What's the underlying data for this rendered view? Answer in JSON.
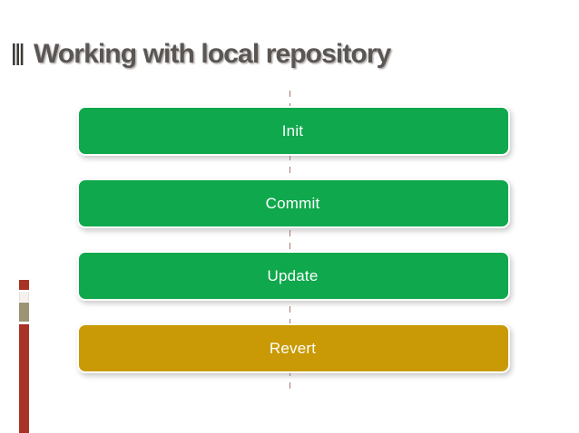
{
  "slide": {
    "background_color": "#ffffff",
    "title": {
      "text": "Working with local repository",
      "color": "#5a5654",
      "bullet_icon": "triple-vertical-bars-icon"
    },
    "left_rail": {
      "segments": [
        {
          "name": "cap",
          "color": "#a93226"
        },
        {
          "name": "light",
          "color": "#f4f1ec"
        },
        {
          "name": "khaki",
          "color": "#9c9474"
        },
        {
          "name": "stem",
          "color": "#a93226"
        }
      ]
    },
    "connector": {
      "style": "dashed-vertical",
      "color": "#a3796e"
    },
    "process": {
      "steps": [
        {
          "label": "Init",
          "color": "#0fa84c",
          "border_color": "#ffffff",
          "text_color": "#ffffff"
        },
        {
          "label": "Commit",
          "color": "#0fa84c",
          "border_color": "#ffffff",
          "text_color": "#ffffff"
        },
        {
          "label": "Update",
          "color": "#0fa84c",
          "border_color": "#ffffff",
          "text_color": "#ffffff"
        },
        {
          "label": "Revert",
          "color": "#c99a05",
          "border_color": "#ffffff",
          "text_color": "#ffffff"
        }
      ]
    }
  }
}
